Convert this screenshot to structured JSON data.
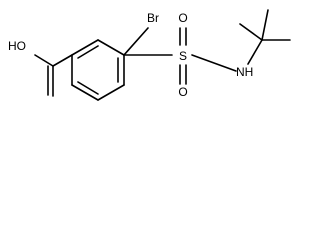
{
  "molecule": {
    "labels": {
      "hydroxyl": "HO",
      "bromine": "Br",
      "sulfur": "S",
      "oxygen_top": "O",
      "oxygen_bottom": "O",
      "amine": "NH"
    },
    "colors": {
      "bond": "#000000",
      "text": "#000000",
      "background": "#ffffff"
    }
  }
}
